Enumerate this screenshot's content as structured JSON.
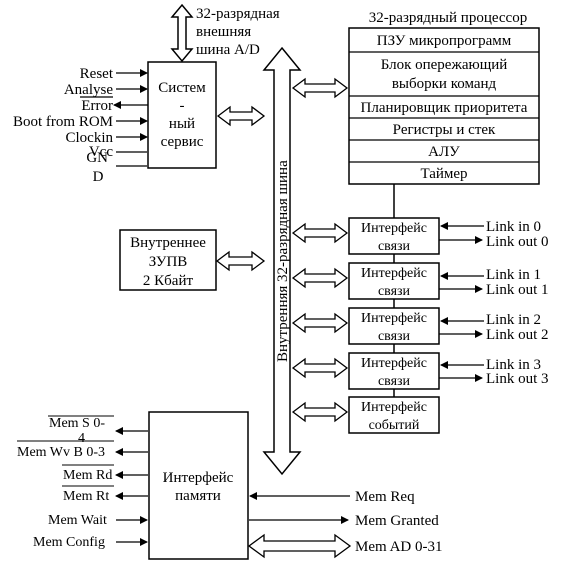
{
  "external_bus": {
    "line1": "32-разрядная",
    "line2": "внешняя",
    "line3": "шина A/D"
  },
  "system_service": {
    "line1": "Систем",
    "line2": "-",
    "line3": "ный",
    "line4": "сервис",
    "signals": [
      "Reset",
      "Analyse",
      "Error",
      "Boot from ROM",
      "Clockin",
      "Vcc",
      "GN",
      "D"
    ]
  },
  "processor": {
    "title": "32-разрядный процессор",
    "rows": [
      "ПЗУ микропрограмм",
      "Блок опережающий",
      "выборки команд",
      "Планировщик приоритета",
      "Регистры и стек",
      "АЛУ",
      "Таймер"
    ]
  },
  "internal_bus": {
    "label": "Внутренняя 32-разрядная шина"
  },
  "sram": {
    "line1": "Внутреннее",
    "line2": "ЗУПВ",
    "line3": "2 Кбайт"
  },
  "link_interfaces": [
    {
      "line1": "Интерфейс",
      "line2": "связи",
      "in": "Link in 0",
      "out": "Link out 0"
    },
    {
      "line1": "Интерфейс",
      "line2": "связи",
      "in": "Link in 1",
      "out": "Link out 1"
    },
    {
      "line1": "Интерфейс",
      "line2": "связи",
      "in": "Link in 2",
      "out": "Link out 2"
    },
    {
      "line1": "Интерфейс",
      "line2": "связи",
      "in": "Link in 3",
      "out": "Link out 3"
    }
  ],
  "event_interface": {
    "line1": "Интерфейс",
    "line2": "событий"
  },
  "memory_interface": {
    "line1": "Интерфейс",
    "line2": "памяти",
    "left_signals": [
      "Mem S 0-",
      "4",
      "Mem Wv B 0-3",
      "Mem Rd",
      "Mem Rt",
      "Mem Wait",
      "Mem Config"
    ],
    "right_signals": [
      "Mem Req",
      "Mem Granted",
      "Mem AD 0-31"
    ]
  }
}
